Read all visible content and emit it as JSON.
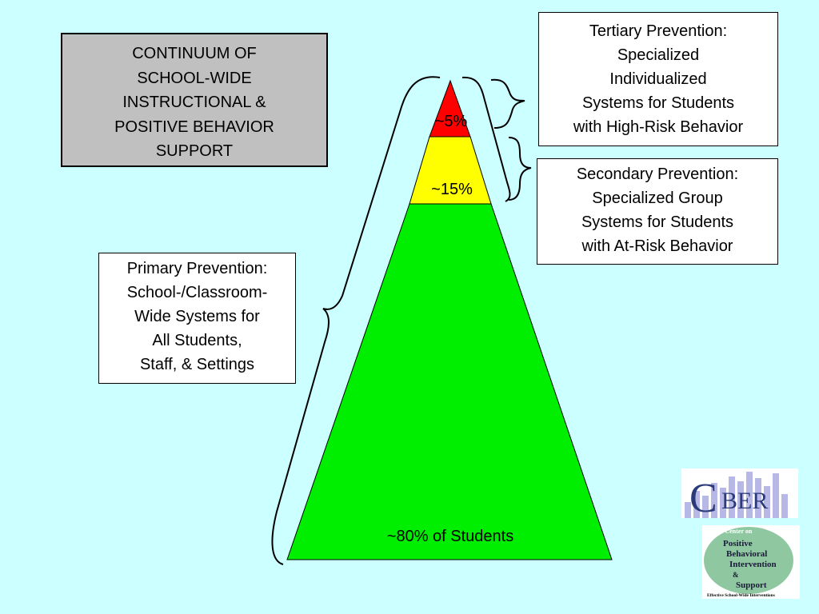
{
  "title_box": {
    "text": "CONTINUUM OF\nSCHOOL-WIDE\nINSTRUCTIONAL &\nPOSITIVE BEHAVIOR\nSUPPORT"
  },
  "tiers": {
    "tertiary": {
      "text": "Tertiary Prevention:\nSpecialized\nIndividualized\nSystems for Students\nwith High-Risk Behavior",
      "percent_label": "~5%",
      "color": "#ff0000"
    },
    "secondary": {
      "text": "Secondary Prevention:\nSpecialized Group\nSystems for Students\nwith At-Risk Behavior",
      "percent_label": "~15%",
      "color": "#ffff00"
    },
    "primary": {
      "text": "Primary Prevention:\nSchool-/Classroom-\nWide Systems for\nAll Students,\nStaff, & Settings",
      "percent_label": "~80% of Students",
      "color": "#00ee00"
    }
  },
  "logos": {
    "cber": {
      "letters": "CBER",
      "bar_color": "#b8b8e6",
      "text_color": "#2a3a7a"
    },
    "pbis": {
      "header": "OSEP Center on",
      "lines": [
        "Positive",
        "Behavioral",
        "Intervention",
        "&",
        "Support"
      ],
      "footer": "Effective School-Wide Interventions",
      "circle_color": "#8fc8a0"
    }
  }
}
